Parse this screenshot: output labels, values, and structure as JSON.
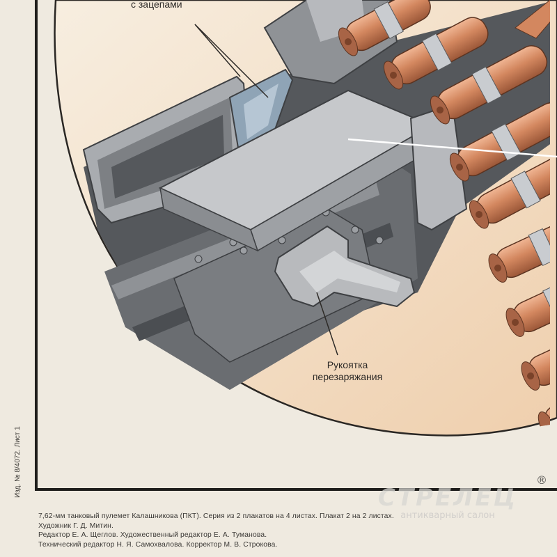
{
  "labels": {
    "top_partial": "с зацепами",
    "handle_line1": "Рукоятка",
    "handle_line2": "перезаряжания"
  },
  "side_text": "Изд. № 8/4072. Лист 1",
  "credits": {
    "line1": "7,62-мм танковый пулемет Калашникова (ПКТ). Серия из 2 плакатов на 4 листах. Плакат 2 на 2 листах.",
    "line2": "Художник Г. Д. Митин.",
    "line3": "Редактор Е. А. Щеглов. Художественный редактор Е. А. Туманова.",
    "line4": "Технический редактор Н. Я. Самохвалова. Корректор М. В. Строкова."
  },
  "watermark": {
    "brand": "СТРЕЛЕЦ",
    "subtitle": "антикварный салон",
    "registered_mark": "®"
  },
  "colors": {
    "paper": "#efeae0",
    "frame": "#1f1e1c",
    "background_circle": "#f2dcc1",
    "steel_light": "#b7b9bd",
    "steel_mid": "#8f9296",
    "steel_dark": "#55585c",
    "steel_blue": "#8fa4b6",
    "brass": "#d3875f",
    "case_link": "#c9ccd0"
  }
}
